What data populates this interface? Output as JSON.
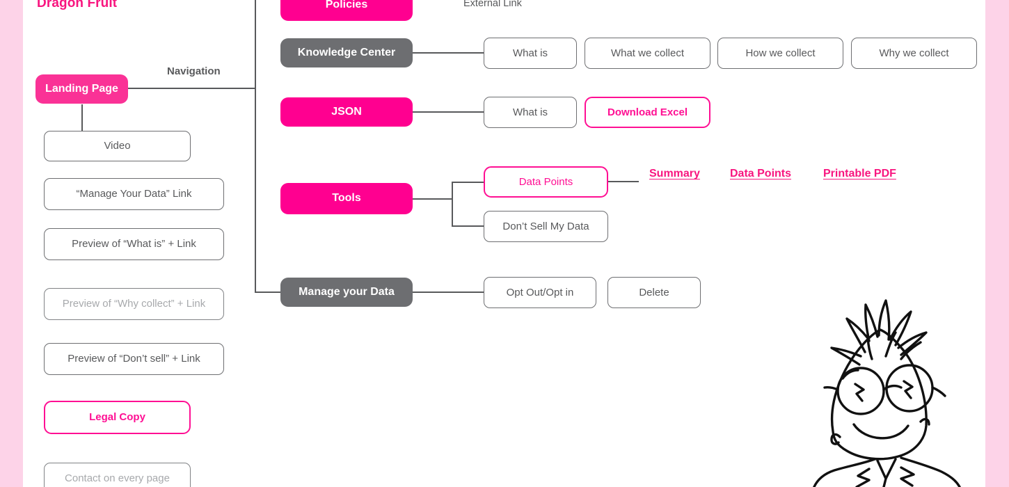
{
  "document": {
    "title": "Dragon Fruit",
    "brand_color": "#f8157f",
    "accent_color": "#ff0090",
    "neutral_color": "#6d6e71",
    "stripe_color": "#fdd3e8"
  },
  "captions": {
    "navigation": "Navigation",
    "external_link": "External Link"
  },
  "landing": {
    "root_label": "Landing Page",
    "children": [
      {
        "label": "Video",
        "style": "outline"
      },
      {
        "label": "“Manage Your Data” Link",
        "style": "outline"
      },
      {
        "label": "Preview of “What is” + Link",
        "style": "outline"
      },
      {
        "label": "Preview of “Why collect” + Link",
        "style": "outline-muted"
      },
      {
        "label": "Preview of “Don’t sell” + Link",
        "style": "outline"
      },
      {
        "label": "Legal Copy",
        "style": "outline-pink"
      },
      {
        "label": "Contact on every page",
        "style": "outline-muted"
      }
    ]
  },
  "navigation": {
    "sections": [
      {
        "label": "Policies",
        "style": "solid-pink",
        "note": "External Link",
        "children": []
      },
      {
        "label": "Knowledge Center",
        "style": "solid-gray",
        "children": [
          {
            "label": "What is",
            "style": "outline"
          },
          {
            "label": "What we collect",
            "style": "outline"
          },
          {
            "label": "How we collect",
            "style": "outline"
          },
          {
            "label": "Why we collect",
            "style": "outline"
          }
        ]
      },
      {
        "label": "JSON",
        "style": "solid-pink",
        "children": [
          {
            "label": "What is",
            "style": "outline"
          },
          {
            "label": "Download Excel",
            "style": "outline-pink"
          }
        ]
      },
      {
        "label": "Tools",
        "style": "solid-pink",
        "children": [
          {
            "label": "Data Points",
            "style": "outline-pink"
          },
          {
            "label": "Don’t Sell My Data",
            "style": "outline"
          }
        ]
      },
      {
        "label": "Manage your Data",
        "style": "solid-gray",
        "children": [
          {
            "label": "Opt Out/Opt in",
            "style": "outline"
          },
          {
            "label": "Delete",
            "style": "outline"
          }
        ]
      }
    ]
  },
  "data_point_links": [
    {
      "label": "Summary"
    },
    {
      "label": "Data Points"
    },
    {
      "label": "Printable PDF"
    }
  ],
  "mascot": {
    "name": "dragon-fruit-mascot",
    "description": "Hand-drawn dragon fruit character with round glasses"
  }
}
